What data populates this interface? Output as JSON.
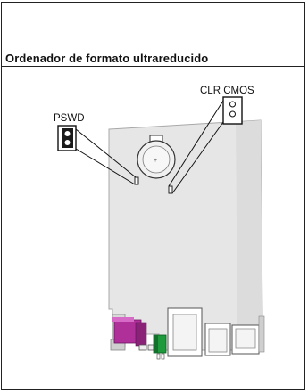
{
  "caption": "Ordenador de formato ultrareducido",
  "diagram": {
    "labels": {
      "pswd": "PSWD",
      "clr_cmos": "CLR CMOS"
    },
    "colors": {
      "board": "#e4e4e4",
      "board_outline": "#9a9a9a",
      "port_magenta": "#b0309a",
      "port_green": "#1e9a3c",
      "line": "#111111"
    },
    "icons": [
      "pswd-jumper-icon",
      "clr-cmos-jumper-icon",
      "coin-battery-icon"
    ]
  }
}
